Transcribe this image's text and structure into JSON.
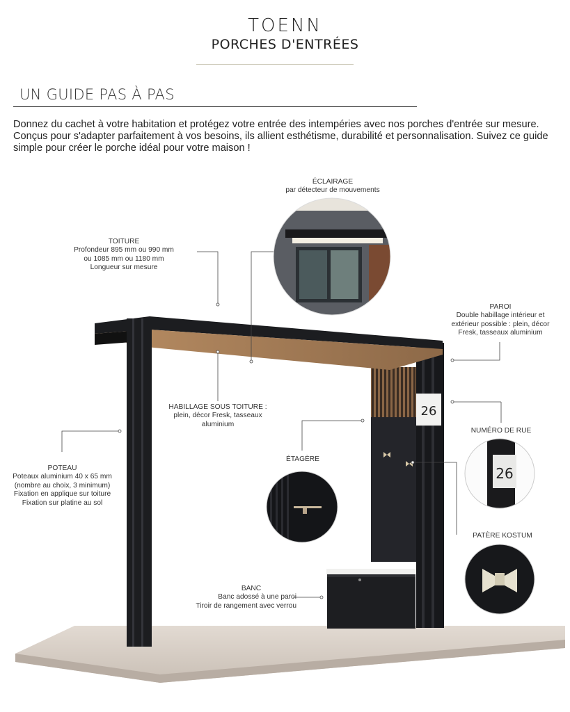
{
  "header": {
    "brand": "TOENN",
    "subtitle": "PORCHES D'ENTRÉES"
  },
  "guide": {
    "title": "UN GUIDE PAS À PAS",
    "intro": "Donnez du cachet à votre habitation et protégez votre entrée des intempéries avec nos porches d'entrée sur mesure. Conçus pour s'adapter parfaitement à vos besoins, ils allient esthétisme, durabilité et personnalisation. Suivez ce guide simple pour créer le porche idéal pour votre maison !"
  },
  "callouts": {
    "eclairage": {
      "title": "ÉCLAIRAGE",
      "lines": [
        "par détecteur de mouvements"
      ]
    },
    "toiture": {
      "title": "TOITURE",
      "lines": [
        "Profondeur 895 mm ou 990 mm",
        "ou 1085 mm ou 1180 mm",
        "Longueur sur mesure"
      ]
    },
    "paroi": {
      "title": "PAROI",
      "lines": [
        "Double habillage intérieur et",
        "extérieur possible : plein, décor",
        "Fresk, tasseaux aluminium"
      ]
    },
    "habillage": {
      "title": "HABILLAGE SOUS TOITURE :",
      "lines": [
        "plein, décor Fresk, tasseaux",
        "aluminium"
      ]
    },
    "numero": {
      "title": "NUMÉRO DE RUE",
      "lines": []
    },
    "poteau": {
      "title": "POTEAU",
      "lines": [
        "Poteaux aluminium 40 x 65 mm",
        "(nombre au choix, 3 minimum)",
        "Fixation en applique sur toiture",
        "Fixation sur platine au sol"
      ]
    },
    "etagere": {
      "title": "ÉTAGÈRE",
      "lines": []
    },
    "patere": {
      "title": "PATÈRE KOSTUM",
      "lines": []
    },
    "banc": {
      "title": "BANC",
      "lines": [
        "Banc adossé à une paroi",
        "Tiroir de rangement avec verrou"
      ]
    }
  },
  "house_number": "26",
  "colors": {
    "frame": "#1c1d20",
    "wood": "#a27a55",
    "floor": "#d8cfc6",
    "rule_gold": "#c9c6b4",
    "sign": "#f2f2f0"
  }
}
